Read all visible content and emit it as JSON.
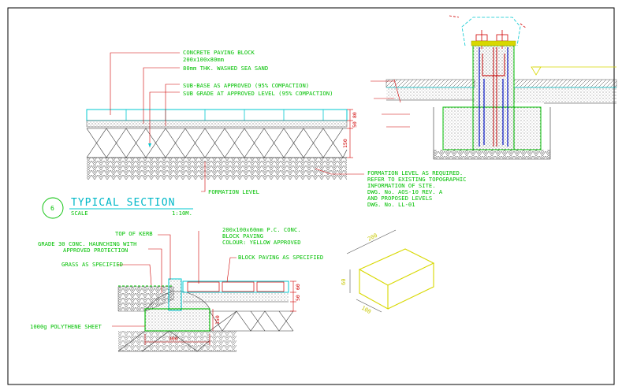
{
  "section": {
    "number": "6",
    "title": "TYPICAL SECTION",
    "scale_label": "SCALE",
    "scale_value": "1:10M."
  },
  "top_section": {
    "labels": {
      "paving_block": "CONCRETE PAVING BLOCK",
      "paving_block_size": "200x100x80mm",
      "sand": "80mm THK. WASHED SEA SAND",
      "subbase": "SUB-BASE AS APPROVED (95% COMPACTION)",
      "subgrade": "SUB GRADE AT APPROVED LEVEL (95% COMPACTION)",
      "formation_level": "FORMATION LEVEL",
      "formation_note_1": "FORMATION LEVEL AS REQUIRED.",
      "formation_note_2": "REFER TO EXISTING TOPOGRAPHIC",
      "formation_note_3": "INFORMATION OF SITE.",
      "formation_note_4": "DWG. No. AOS-10 REV. A",
      "formation_note_5": "AND PROPOSED LEVELS",
      "formation_note_6": "DWG. No. LL-01"
    },
    "dims": {
      "d1": "80",
      "d2": "50",
      "d3": "150"
    }
  },
  "kerb_section": {
    "labels": {
      "top_of_kerb": "TOP OF KERB",
      "haunching_1": "GRADE 30 CONC. HAUNCHING WITH",
      "haunching_2": "APPROVED PROTECTION",
      "grass": "GRASS AS SPECIFIED",
      "polythene": "1000g POLYTHENE SHEET",
      "pc_conc": "200x100x60mm P.C. CONC.",
      "block_paving": "BLOCK PAVING",
      "colour": "COLOUR: YELLOW APPROVED",
      "block_paving_spec": "BLOCK PAVING AS SPECIFIED"
    },
    "dims": {
      "width": "300",
      "depth": "150",
      "d1": "60",
      "d2": "50"
    }
  },
  "block_iso": {
    "dims": {
      "length": "200",
      "height": "60",
      "width": "100"
    }
  },
  "colors": {
    "green": "#00c000",
    "red": "#d00000",
    "cyan": "#00c8d0",
    "yellow": "#d8d800",
    "blue": "#1020d0"
  }
}
